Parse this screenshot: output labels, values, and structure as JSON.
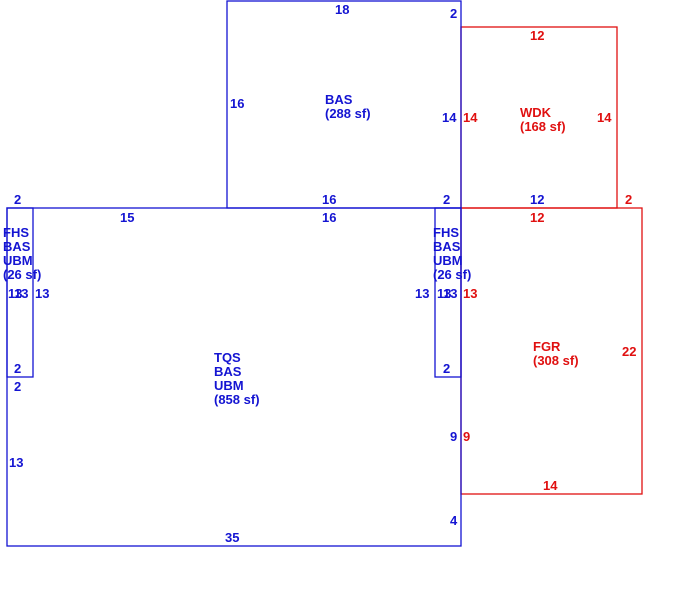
{
  "colors": {
    "living": "#1414d2",
    "other": "#e01010"
  },
  "areas": {
    "bas_top": {
      "code": "BAS",
      "size": "(288 sf)"
    },
    "wdk": {
      "code": "WDK",
      "size": "(168 sf)"
    },
    "fgr": {
      "code": "FGR",
      "size": "(308 sf)"
    },
    "tqs": {
      "line1": "TQS",
      "line2": "BAS",
      "line3": "UBM",
      "size": "(858 sf)"
    },
    "fhs_left": {
      "line1": "FHS",
      "line2": "BAS",
      "line3": "UBM",
      "size": "(26 sf)"
    },
    "fhs_right": {
      "line1": "FHS",
      "line2": "BAS",
      "line3": "UBM",
      "size": "(26 sf)"
    }
  },
  "dimensions": {
    "bas_top": "18",
    "bas_right_top": "2",
    "bas_left": "16",
    "bas_right": "14",
    "bas_bottom": "16",
    "wdk_top": "12",
    "wdk_left": "14",
    "wdk_right": "14",
    "wdk_bottom": "12",
    "fgr_top_right": "2",
    "fgr_top": "12",
    "fgr_right": "22",
    "fgr_bottom": "14",
    "fgr_left": "13",
    "fgr_left2": "9",
    "tqs_top_left": "2",
    "tqs_top": "15",
    "tqs_top_mid": "16",
    "tqs_top_right": "2",
    "fhsl_inner_a": "13",
    "fhsl_inner_b": "13",
    "fhsl_right": "13",
    "fhsl_bottom": "2",
    "fhsl_below": "2",
    "tqs_left": "13",
    "tqs_bottom": "35",
    "fhsr_left": "13",
    "fhsr_inner_a": "13",
    "fhsr_inner_b": "13",
    "fhsr_bottom": "2",
    "tqs_right_9": "9",
    "tqs_right_4": "4"
  }
}
